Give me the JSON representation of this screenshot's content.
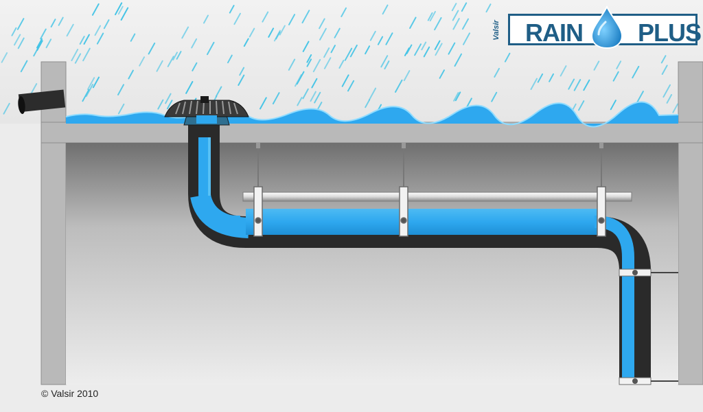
{
  "logo": {
    "brand": "Valsir",
    "word_left": "RAIN",
    "word_right": "PLUS"
  },
  "footer": {
    "copyright": "© Valsir 2010"
  },
  "colors": {
    "water": "#2ea8ef",
    "water_light": "#67c8f6",
    "rain": "#44c4e6",
    "concrete": "#b9b9b9",
    "pipe_dark": "#2a2a2a",
    "logo_blue": "#1f5e86"
  },
  "icons": {
    "logo_drop": "water-drop-icon",
    "roof_drain": "roof-drain-icon"
  }
}
